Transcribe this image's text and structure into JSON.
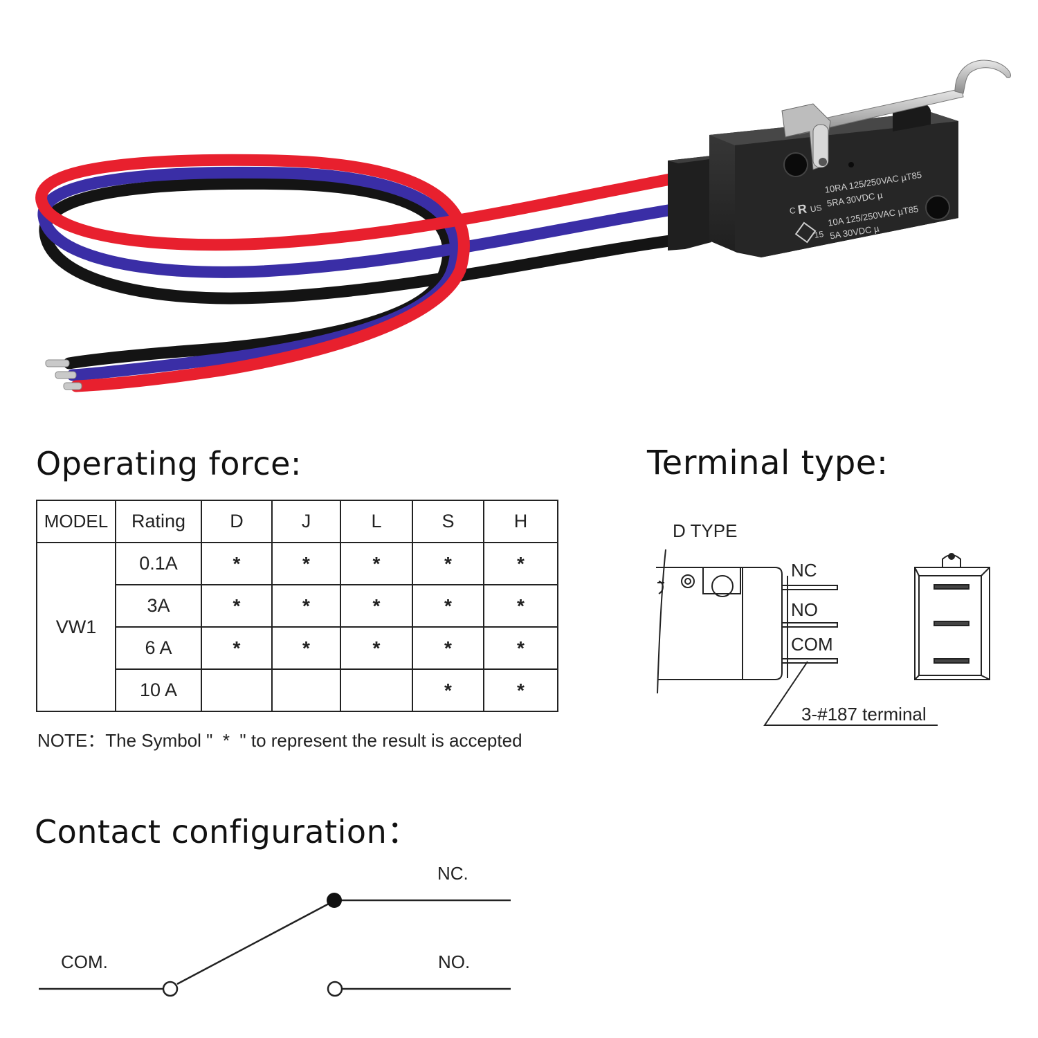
{
  "product": {
    "marking_lines": [
      "10RA 125/250VAC µT85",
      "5RA 30VDC µ",
      "10A 125/250VAC µT85",
      "5A 30VDC µ"
    ],
    "cert_labels": [
      "C",
      "US",
      "15"
    ],
    "wire_colors": {
      "red": "#e8202e",
      "blue": "#3a2ea6",
      "black": "#141414"
    },
    "housing_color": "#2a2a2a",
    "icons": [
      "wire-harness",
      "micro-switch-body",
      "roller-lever",
      "ul-mark",
      "cqc-mark"
    ]
  },
  "operating_force": {
    "heading": "Operating force:",
    "columns": [
      "MODEL",
      "Rating",
      "D",
      "J",
      "L",
      "S",
      "H"
    ],
    "model": "VW1",
    "rows": [
      {
        "rating": "0.1A",
        "marks": [
          "*",
          "*",
          "*",
          "*",
          "*"
        ]
      },
      {
        "rating": "3A",
        "marks": [
          "*",
          "*",
          "*",
          "*",
          "*"
        ]
      },
      {
        "rating": "6 A",
        "marks": [
          "*",
          "*",
          "*",
          "*",
          "*"
        ]
      },
      {
        "rating": "10 A",
        "marks": [
          "",
          "",
          "",
          "*",
          "*"
        ]
      }
    ],
    "note": "NOTE：The Symbol \"  *  \" to represent the result is accepted"
  },
  "terminal_type": {
    "heading": "Terminal type:",
    "type_label": "D TYPE",
    "terminals": [
      "NC",
      "NO",
      "COM"
    ],
    "callout": "3-#187 terminal"
  },
  "contact_configuration": {
    "heading": "Contact configuration：",
    "labels": {
      "nc": "NC.",
      "no": "NO.",
      "com": "COM."
    }
  }
}
